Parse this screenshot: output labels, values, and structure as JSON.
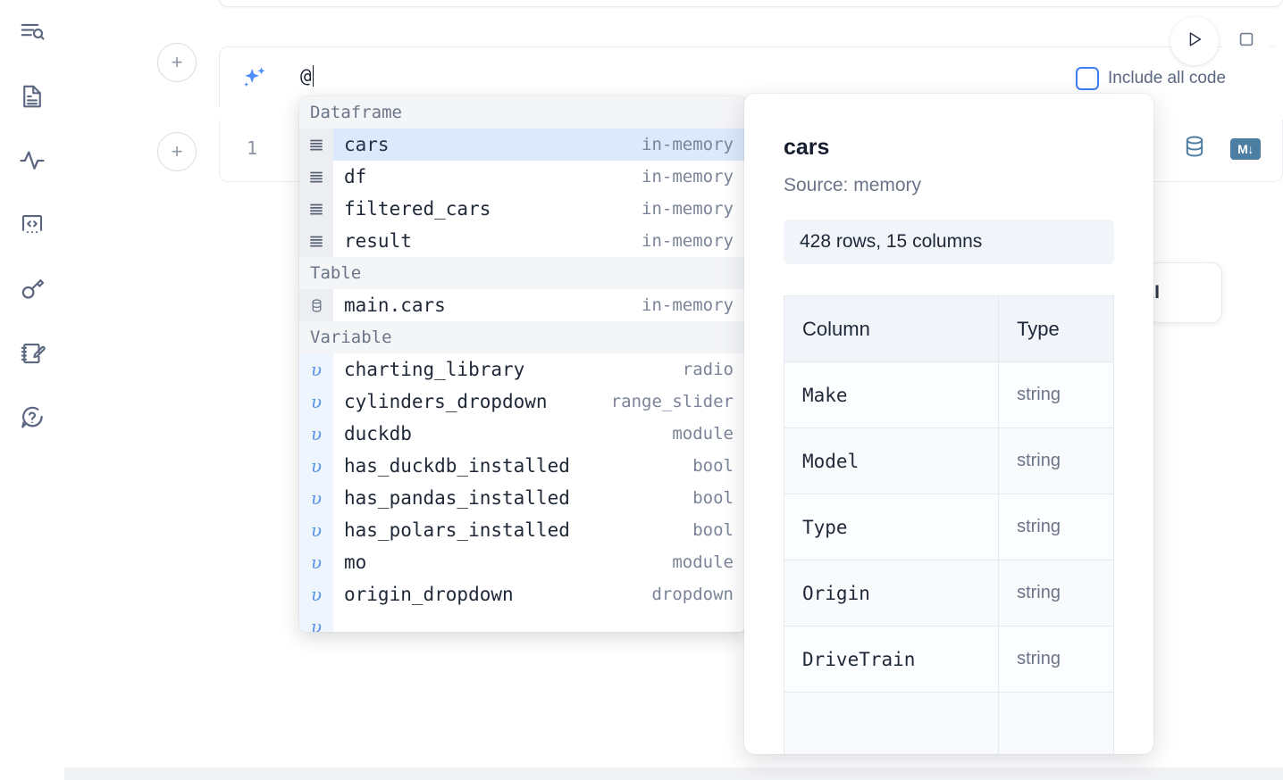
{
  "sidebar": {
    "items": [
      {
        "name": "notebook-outline-icon",
        "label": "Outline search"
      },
      {
        "name": "file-explorer-icon",
        "label": "File explorer"
      },
      {
        "name": "activity-icon",
        "label": "Activity / dependencies"
      },
      {
        "name": "snippets-icon",
        "label": "Snippets"
      },
      {
        "name": "secrets-key-icon",
        "label": "Secrets"
      },
      {
        "name": "scratchpad-icon",
        "label": "Scratchpad"
      },
      {
        "name": "help-icon",
        "label": "Help"
      }
    ]
  },
  "prompt": {
    "placeholder": "",
    "value": "@",
    "sparkle_icon": "sparkles-icon",
    "add_cell_label": "+"
  },
  "toolbar": {
    "run_label": "Run",
    "stop_label": "Stop",
    "include_all_code_label": "Include all code",
    "include_all_code_checked": false,
    "accent_color": "#3d7df0"
  },
  "cell": {
    "line_number": "1",
    "database_icon": "database-icon",
    "markdown_badge": "M",
    "markdown_arrow": "↓"
  },
  "ai_chip": {
    "label": "AI"
  },
  "autocomplete": {
    "groups": [
      {
        "label": "Dataframe",
        "icon": "dataframe-icon",
        "kind": "dataframe",
        "items": [
          {
            "name": "cars",
            "type": "in-memory",
            "selected": true
          },
          {
            "name": "df",
            "type": "in-memory",
            "selected": false
          },
          {
            "name": "filtered_cars",
            "type": "in-memory",
            "selected": false
          },
          {
            "name": "result",
            "type": "in-memory",
            "selected": false
          }
        ]
      },
      {
        "label": "Table",
        "icon": "table-icon",
        "kind": "table",
        "items": [
          {
            "name": "main.cars",
            "type": "in-memory",
            "selected": false
          }
        ]
      },
      {
        "label": "Variable",
        "icon": "variable-icon",
        "kind": "variable",
        "items": [
          {
            "name": "charting_library",
            "type": "radio",
            "selected": false
          },
          {
            "name": "cylinders_dropdown",
            "type": "range_slider",
            "selected": false
          },
          {
            "name": "duckdb",
            "type": "module",
            "selected": false
          },
          {
            "name": "has_duckdb_installed",
            "type": "bool",
            "selected": false
          },
          {
            "name": "has_pandas_installed",
            "type": "bool",
            "selected": false
          },
          {
            "name": "has_polars_installed",
            "type": "bool",
            "selected": false
          },
          {
            "name": "mo",
            "type": "module",
            "selected": false
          },
          {
            "name": "origin_dropdown",
            "type": "dropdown",
            "selected": false
          }
        ]
      }
    ]
  },
  "doc_panel": {
    "title": "cars",
    "source": "Source: memory",
    "shape": "428 rows, 15 columns",
    "columns_header": "Column",
    "type_header": "Type",
    "rows": [
      {
        "column": "Make",
        "type": "string"
      },
      {
        "column": "Model",
        "type": "string"
      },
      {
        "column": "Type",
        "type": "string"
      },
      {
        "column": "Origin",
        "type": "string"
      },
      {
        "column": "DriveTrain",
        "type": "string"
      }
    ]
  }
}
